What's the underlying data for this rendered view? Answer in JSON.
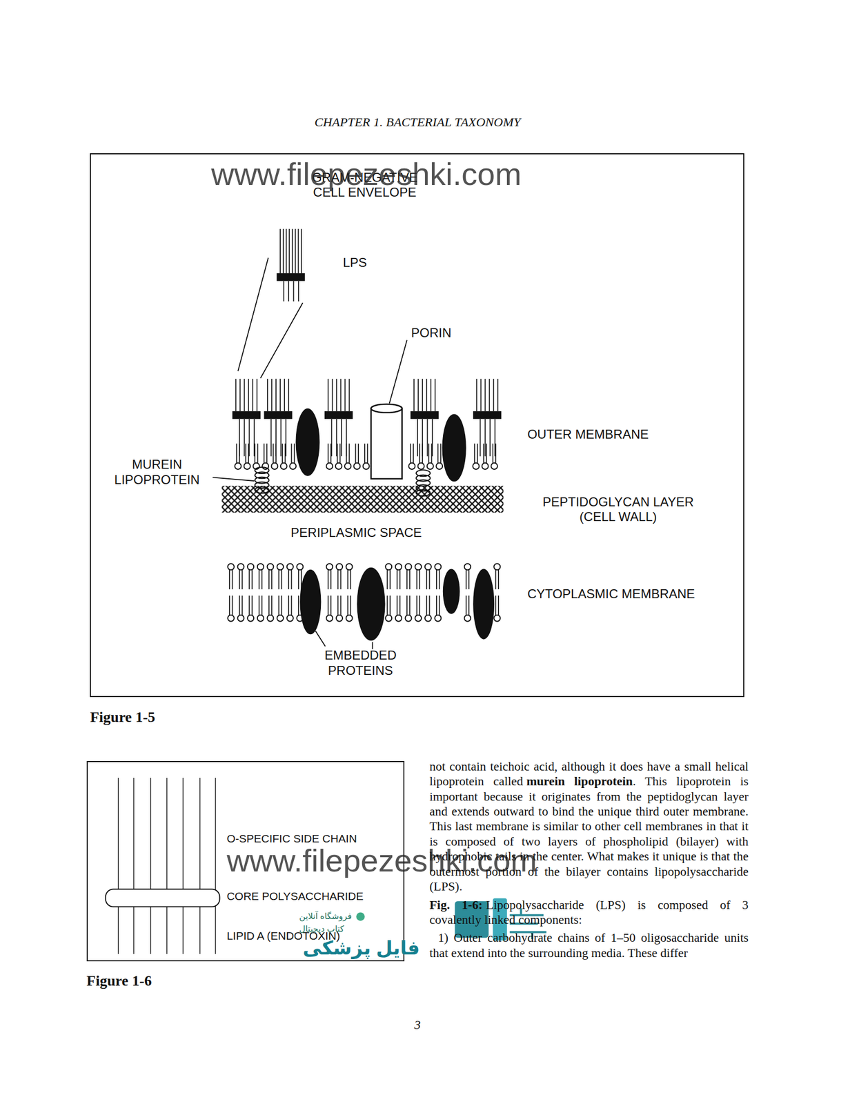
{
  "diagram": {
    "nodes": [
      {
        "text": [
          "GRAM-NEGATIVE CELL ENVELOPE",
          "LPS",
          "PORIN",
          "OUTER MEMBRANE",
          "MUREIN LIPOPROTEIN",
          "PEPTIDOGLYCAN LAYER (CELL WALL)",
          "PERIPLASMIC SPACE",
          "CYTOPLASMIC MEMBRANE",
          "EMBEDDED PROTEINS"
        ]
      },
      {
        "text": [
          "O-SPECIFIC SIDE CHAIN",
          "CORE POLYSACCHARIDE",
          "LIPID A (ENDOTOXIN)"
        ]
      }
    ],
    "labels": [
      "CHAPTER 1. BACTERIAL TAXONOMY",
      "www.filepezeshki.com",
      "Figure 1-5",
      "Figure 1-6",
      "www.filepezeshki.com",
      "فروشگاه آنلاین",
      "کتاب دیجیتال",
      "فایل پزشکی",
      "not contain teichoic acid, although it does have a small helical lipoprotein called",
      "murein lipoprotein",
      ". This lipoprotein is important because it originates from the peptidoglycan layer and extends outward to bind the unique third outer membrane. This last membrane is similar to other cell membranes in that it is composed of two layers of phospholipid (bilayer) with hydrophobic tails in the center. What makes it unique is that the outermost portion of the bilayer contains lipopolysaccharide (LPS).",
      "Fig. 1-6:",
      "Lipopolysaccharide (LPS) is composed of 3 covalently linked components:",
      "1) Outer carbohydrate chains of 1–50 oligosaccharide units that extend into the surrounding media. These differ",
      "3"
    ]
  }
}
